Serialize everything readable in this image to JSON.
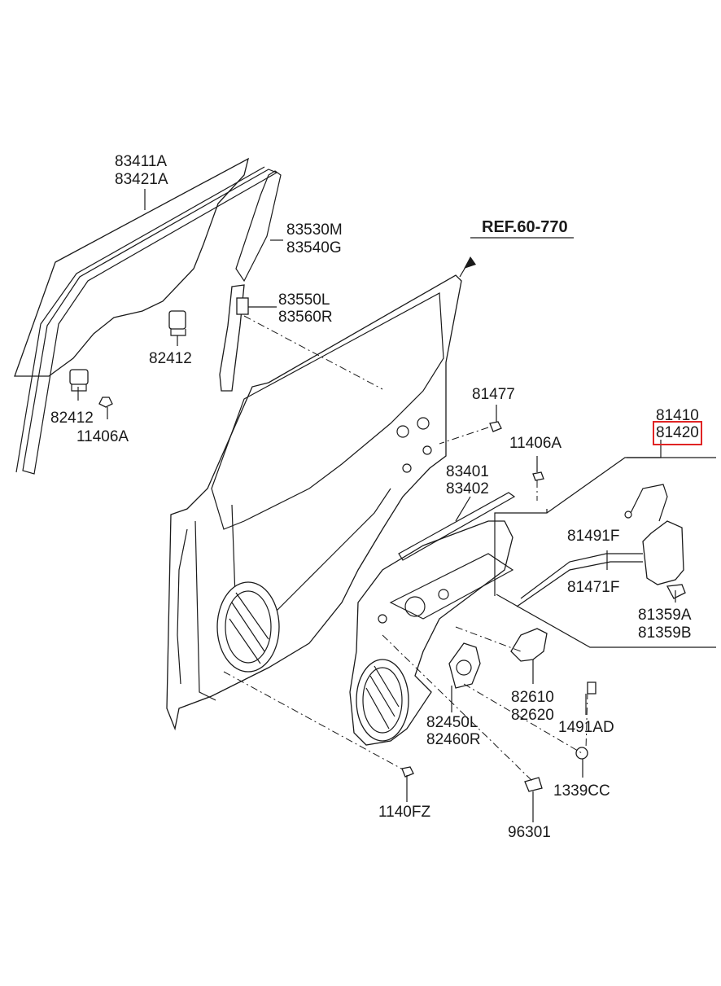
{
  "labels": {
    "glass_a": "83411A",
    "glass_b": "83421A",
    "run_a": "83530M",
    "run_b": "83540G",
    "channel_a": "83550L",
    "channel_b": "83560R",
    "clip_upper": "82412",
    "clip_lower": "82412",
    "bolt_left": "11406A",
    "ref": "REF.60-770",
    "bolt_81477": "81477",
    "bolt_right": "11406A",
    "reg_a": "83401",
    "reg_b": "83402",
    "latch_a": "81410",
    "latch_b": "81420",
    "cable_f": "81491F",
    "cable_r": "81471F",
    "lever_a": "81359A",
    "lever_b": "81359B",
    "handle_a": "82610",
    "handle_b": "82620",
    "motor_a": "82450L",
    "motor_b": "82460R",
    "clip_1491": "1491AD",
    "nut_1339": "1339CC",
    "screw_1140": "1140FZ",
    "grommet": "96301"
  },
  "highlight_color": "#e02424"
}
